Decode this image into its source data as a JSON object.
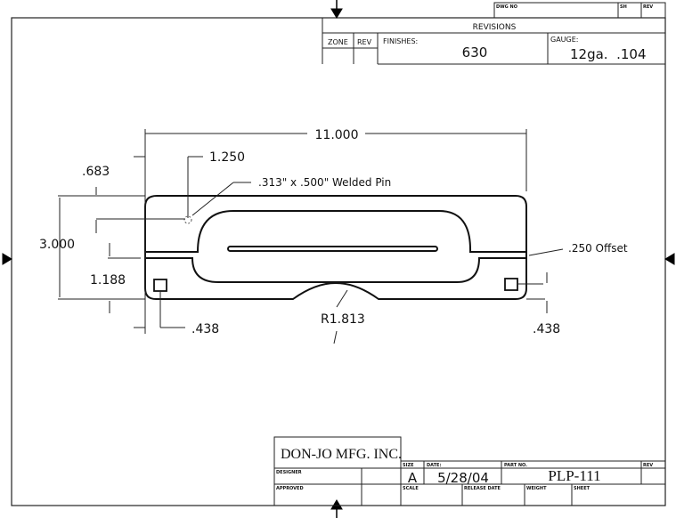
{
  "title_block_top": {
    "dwg_no_label": "DWG NO",
    "sh_label": "SH",
    "rev_label": "REV"
  },
  "revisions": {
    "title": "REVISIONS",
    "zone_label": "ZONE",
    "rev_label": "REV",
    "finishes_label": "FINISHES:",
    "finishes_value": "630",
    "gauge_label": "GAUGE:",
    "gauge_value": "12ga.  .104"
  },
  "dimensions": {
    "overall_length": "11.000",
    "pin_offset_x": "1.250",
    "pin_offset_y": ".683",
    "pin_note": ".313\" x .500\" Welded Pin",
    "height": "3.000",
    "lower_height": "1.188",
    "offset_note": ".250 Offset",
    "hole_left": ".438",
    "hole_right": ".438",
    "notch_radius": "R1.813"
  },
  "title_block": {
    "company": "DON-JO MFG. INC.",
    "designer_label": "DESIGNER",
    "approved_label": "APPROVED",
    "size_label": "SIZE",
    "size_value": "A",
    "date_label": "DATE:",
    "date_value": "5/28/04",
    "part_no_label": "PART NO.",
    "part_no_value": "PLP-111",
    "rev_label": "REV",
    "scale_label": "SCALE",
    "release_date_label": "RELEASE DATE",
    "weight_label": "WEIGHT",
    "sheet_label": "SHEET"
  }
}
